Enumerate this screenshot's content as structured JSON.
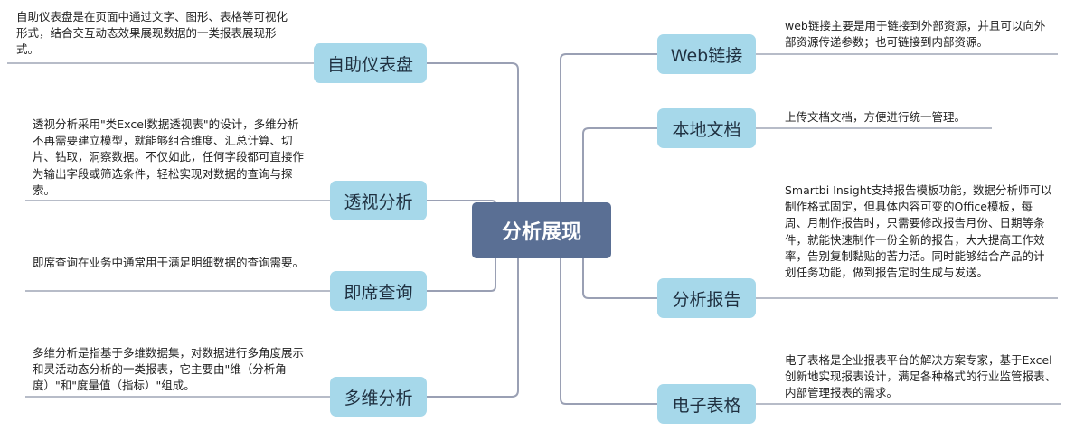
{
  "center": "分析展现",
  "left_nodes": [
    {
      "label": "自助仪表盘",
      "desc": "自助仪表盘是在页面中通过文字、图形、表格等可视化形式，结合交互动态效果展现数据的一类报表展现形式。"
    },
    {
      "label": "透视分析",
      "desc": "透视分析采用\"类Excel数据透视表\"的设计，多维分析不再需要建立模型，就能够组合维度、汇总计算、切片、钻取，洞察数据。不仅如此，任何字段都可直接作为输出字段或筛选条件，轻松实现对数据的查询与探索。"
    },
    {
      "label": "即席查询",
      "desc": "即席查询在业务中通常用于满足明细数据的查询需要。"
    },
    {
      "label": "多维分析",
      "desc": "多维分析是指基于多维数据集，对数据进行多角度展示和灵活动态分析的一类报表，它主要由\"维（分析角度）\"和\"度量值（指标）\"组成。"
    }
  ],
  "right_nodes": [
    {
      "label": "Web链接",
      "desc": "web链接主要是用于链接到外部资源，并且可以向外部资源传递参数；也可链接到内部资源。"
    },
    {
      "label": "本地文档",
      "desc": "上传文档文档，方便进行统一管理。"
    },
    {
      "label": "分析报告",
      "desc": "Smartbi Insight支持报告模板功能，数据分析师可以制作格式固定，但具体内容可变的Office模板，每周、月制作报告时，只需要修改报告月份、日期等条件，就能快速制作一份全新的报告，大大提高工作效率，告别复制黏贴的苦力活。同时能够结合产品的计划任务功能，做到报告定时生成与发送。"
    },
    {
      "label": "电子表格",
      "desc": "电子表格是企业报表平台的解决方案专家，基于Excel创新地实现报表设计，满足各种格式的行业监管报表、内部管理报表的需求。"
    }
  ],
  "colors": {
    "center_bg": "#5a6f94",
    "node_bg": "#a6d8ea",
    "line": "#9aa0b4"
  }
}
